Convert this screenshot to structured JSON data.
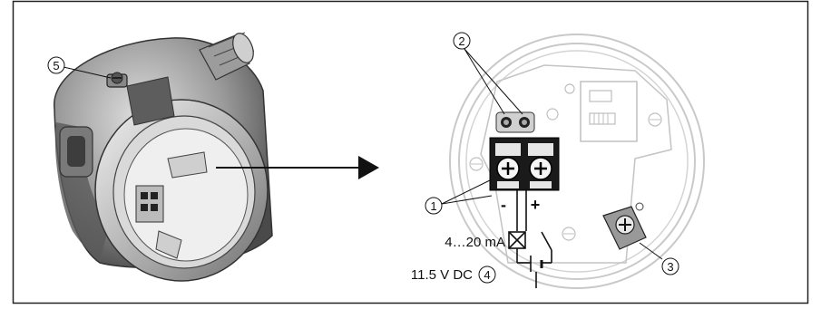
{
  "callouts": {
    "c1": "1",
    "c2": "2",
    "c3": "3",
    "c4": "4",
    "c5": "5"
  },
  "terminals": {
    "minus": "-",
    "plus": "+"
  },
  "labels": {
    "current": "4…20 mA",
    "voltage": "11.5 V DC"
  },
  "colors": {
    "frame": "#222222",
    "line": "#111111",
    "housing": "#8a8a8a",
    "grey_ring": "#c4c4c4",
    "terminal_block": "#1a1a1a"
  }
}
